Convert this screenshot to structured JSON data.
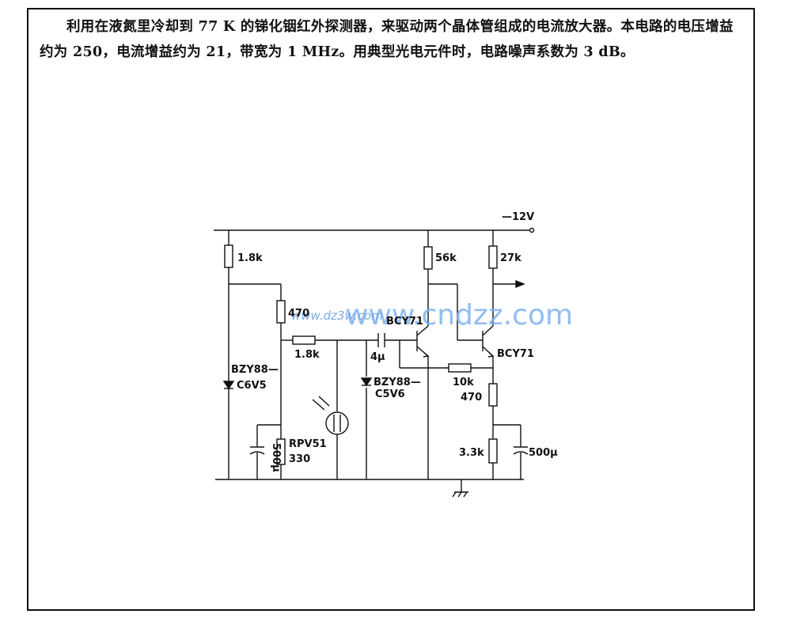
{
  "description": "利用在液氮里冷却到 77 K 的锑化铟红外探测器，来驱动两个晶体管组成的电流放大器。本电路的电压增益约为 250，电流增益约为 21，带宽为 1 MHz。用典型光电元件时，电路噪声系数为 3 dB。",
  "schematic": {
    "supply": "—12V",
    "labels": {
      "r_1k8_top": "1.8k",
      "r_470_left": "470",
      "r_1k8_series": "1.8k",
      "zener1_a": "BZY88—",
      "zener1_b": "C6V5",
      "detector": "RPV51",
      "r_330": "330",
      "cap_500_left": "500μ",
      "cap_4u": "4μ",
      "zener2_a": "BZY88—",
      "zener2_b": "C5V6",
      "transistor1": "BCY71",
      "r_56k": "56k",
      "r_27k": "27k",
      "transistor2": "BCY71",
      "r_10k": "10k",
      "r_470_right": "470",
      "r_3k3": "3.3k",
      "cap_500_right": "500μ"
    }
  },
  "watermark": {
    "main": "www.cndzz.com",
    "sub": "www.dz3w.com"
  }
}
